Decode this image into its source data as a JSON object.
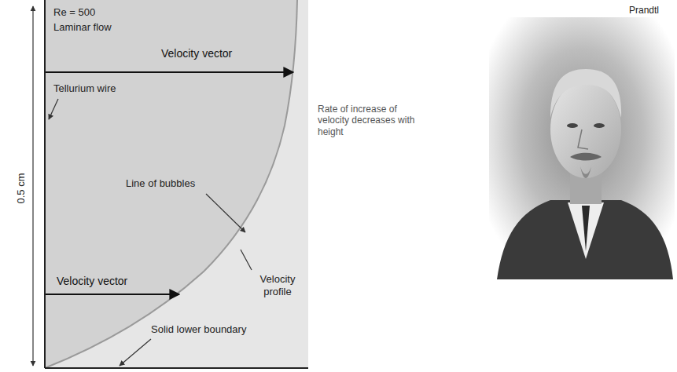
{
  "diagram": {
    "labels": [
      "Re = 500",
      "Laminar flow",
      "Velocity vector",
      "Tellurium wire",
      "Line of bubbles",
      "Velocity profile",
      "Velocity vector",
      "Solid lower boundary",
      "0.5 cm",
      "Rate of increase of velocity decreases with height",
      "Prandtl"
    ]
  }
}
